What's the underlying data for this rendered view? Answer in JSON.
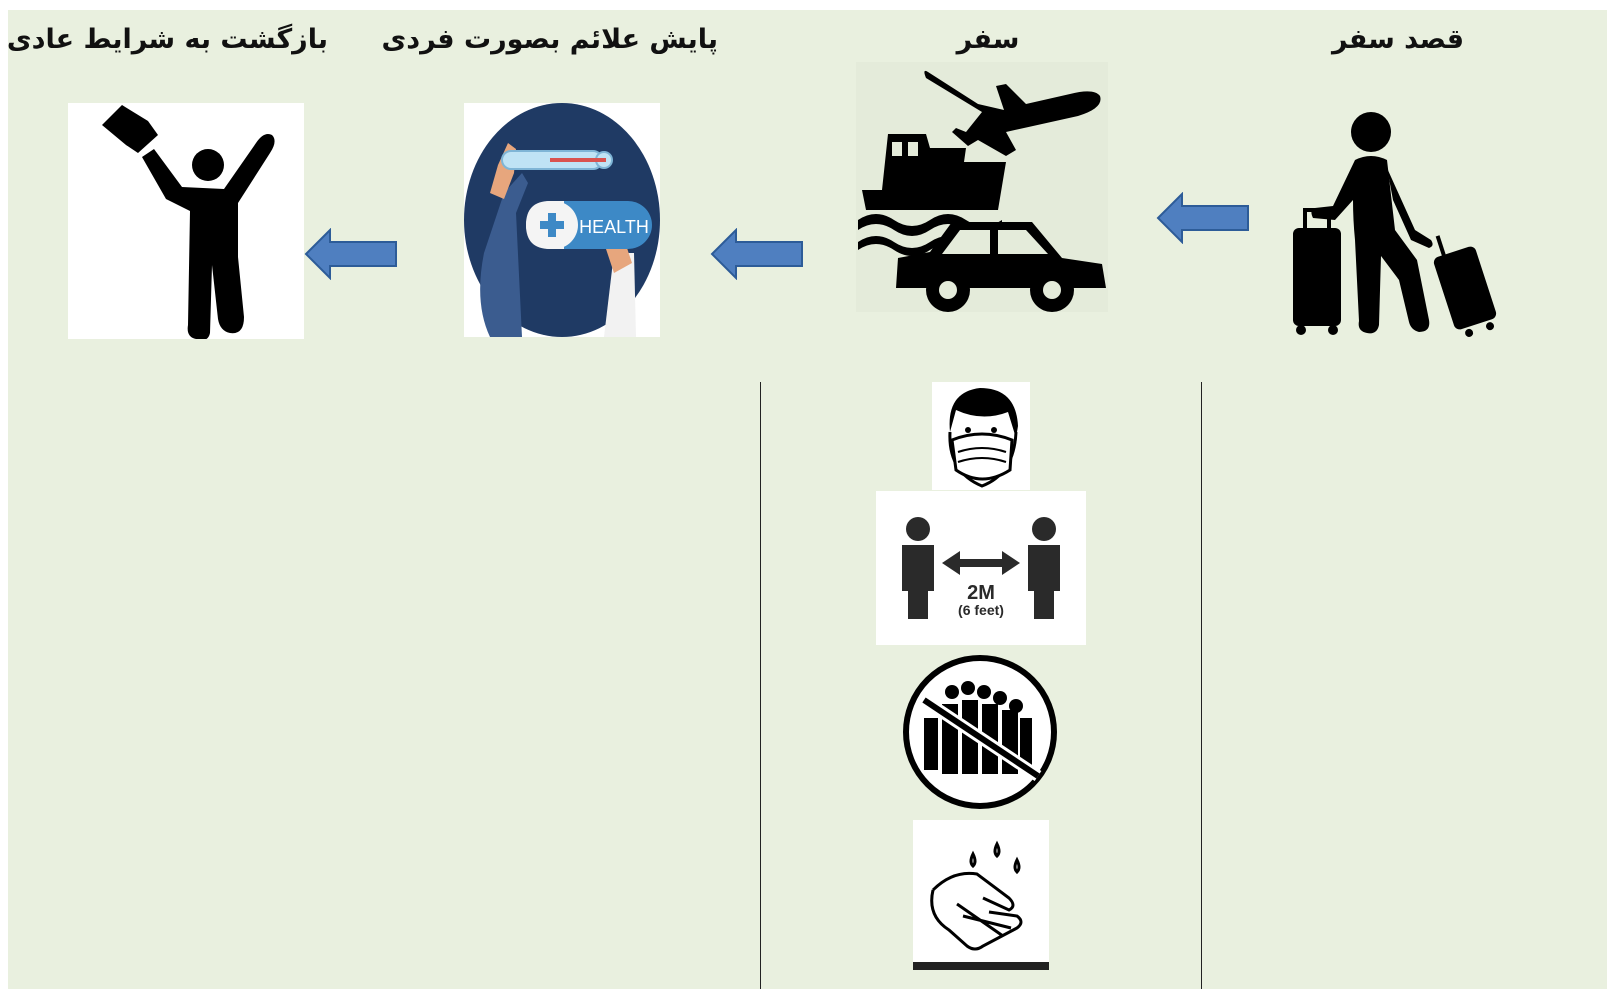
{
  "stages": [
    {
      "id": "intent",
      "title": "قصد سفر"
    },
    {
      "id": "travel",
      "title": "سفر"
    },
    {
      "id": "monitor",
      "title": "پایش علائم بصورت فردی"
    },
    {
      "id": "return",
      "title": "بازگشت به شرایط عادی"
    }
  ],
  "health_icon": {
    "label": "HEALTH"
  },
  "distance_icon": {
    "distance": "2M",
    "feet": "(6 feet)"
  },
  "colors": {
    "background": "#e9f0df",
    "arrow_fill": "#4f7fc0",
    "arrow_stroke": "#2d5c98",
    "health_circle": "#1f3a64",
    "health_pill": "#3d89c6"
  },
  "icons": [
    "traveler-with-luggage-icon",
    "plane-boat-car-icon",
    "thermometer-health-icon",
    "cheering-person-icon",
    "face-mask-icon",
    "social-distance-icon",
    "no-crowd-icon",
    "hand-washing-icon"
  ]
}
